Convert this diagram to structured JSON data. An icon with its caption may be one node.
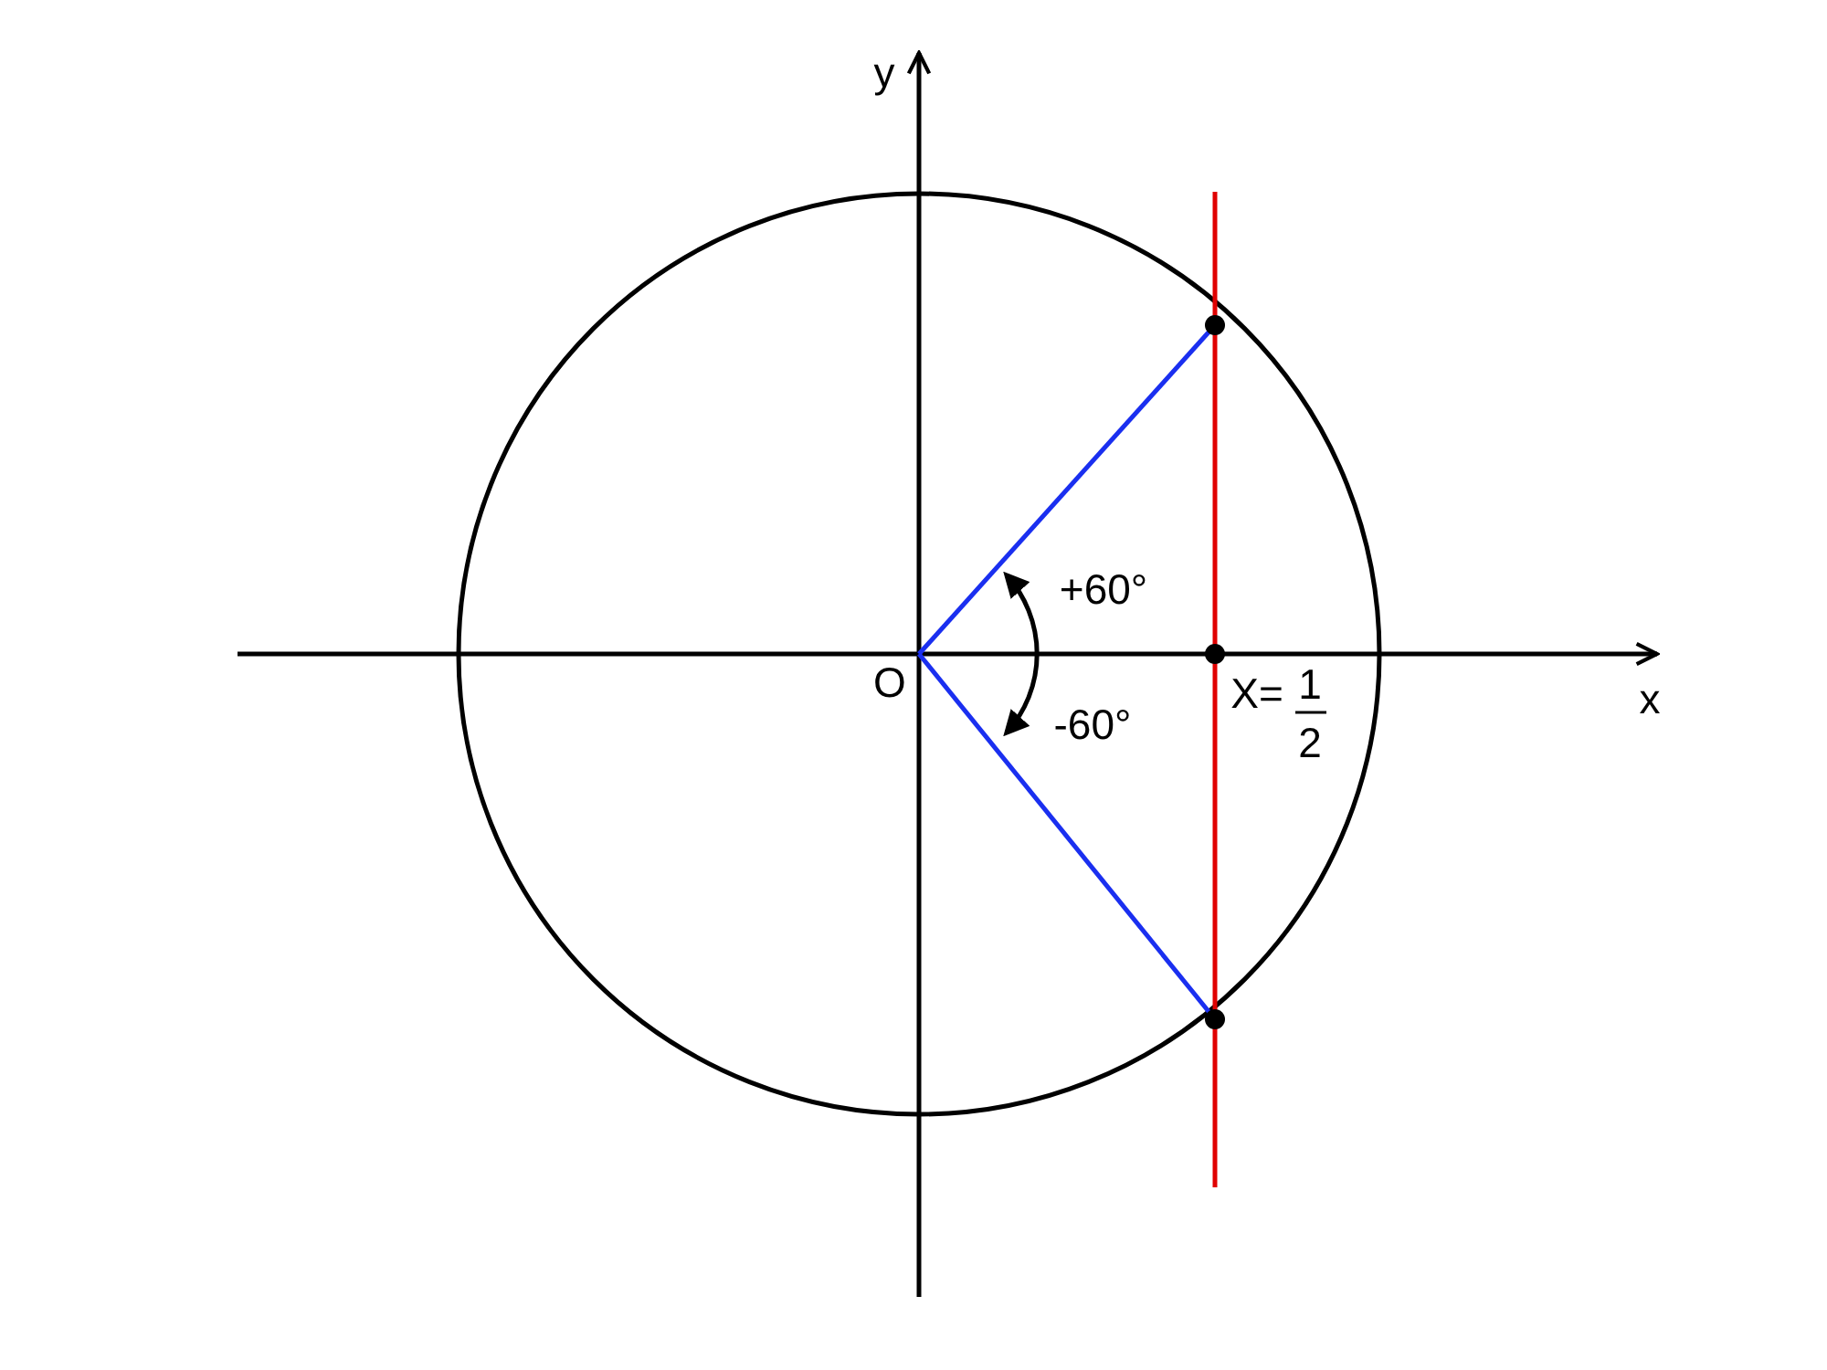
{
  "diagram": {
    "labels": [
      "y",
      "x",
      "O",
      "+60°",
      "-60°",
      "X=",
      "1",
      "2"
    ]
  }
}
